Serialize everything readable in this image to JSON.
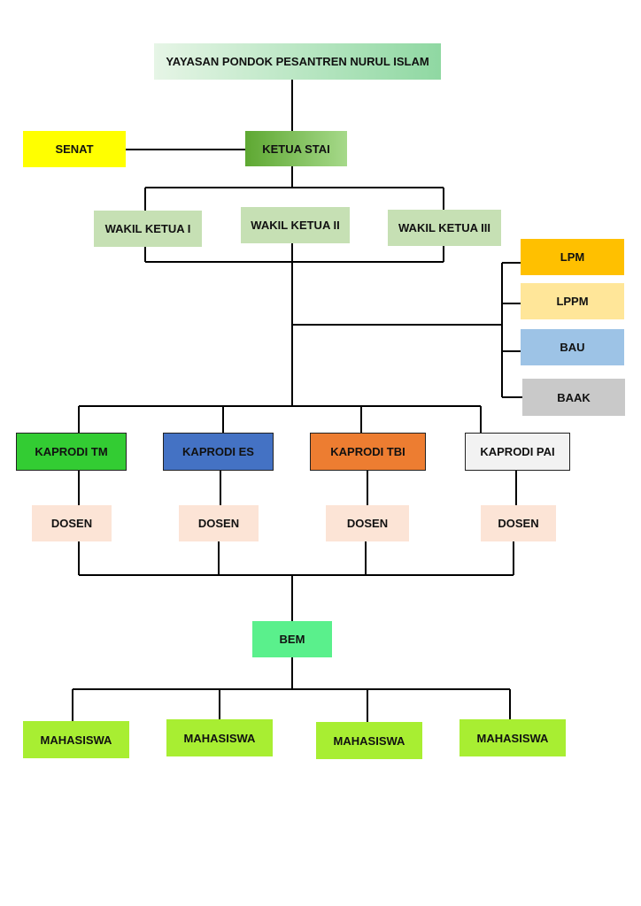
{
  "org_chart": {
    "yayasan": "YAYASAN PONDOK PESANTREN NURUL ISLAM",
    "ketua": "KETUA STAI",
    "senat": "SENAT",
    "wakil": [
      "WAKIL KETUA I",
      "WAKIL KETUA II",
      "WAKIL KETUA III"
    ],
    "units": [
      "LPM",
      "LPPM",
      "BAU",
      "BAAK"
    ],
    "kaprodi": [
      "KAPRODI TM",
      "KAPRODI ES",
      "KAPRODI TBI",
      "KAPRODI PAI"
    ],
    "dosen": [
      "DOSEN",
      "DOSEN",
      "DOSEN",
      "DOSEN"
    ],
    "bem": "BEM",
    "mahasiswa": [
      "MAHASISWA",
      "MAHASISWA",
      "MAHASISWA",
      "MAHASISWA"
    ]
  },
  "colors": {
    "yayasan_gradient": [
      "#e6f5e6",
      "#8fd8a2"
    ],
    "ketua_gradient": [
      "#5ea832",
      "#a6d98a"
    ],
    "senat": "#ffff00",
    "wakil": "#c6e0b4",
    "lpm": "#ffc000",
    "lppm": "#ffe699",
    "bau": "#9dc3e6",
    "baak": "#c9c9c9",
    "kaprodi_tm": "#33cc33",
    "kaprodi_es": "#4472c4",
    "kaprodi_tbi": "#ed7d31",
    "kaprodi_pai": "#f2f2f2",
    "dosen": "#fce4d6",
    "bem": "#5af08c",
    "mahasiswa": "#a8ee32",
    "line": "#000000"
  }
}
